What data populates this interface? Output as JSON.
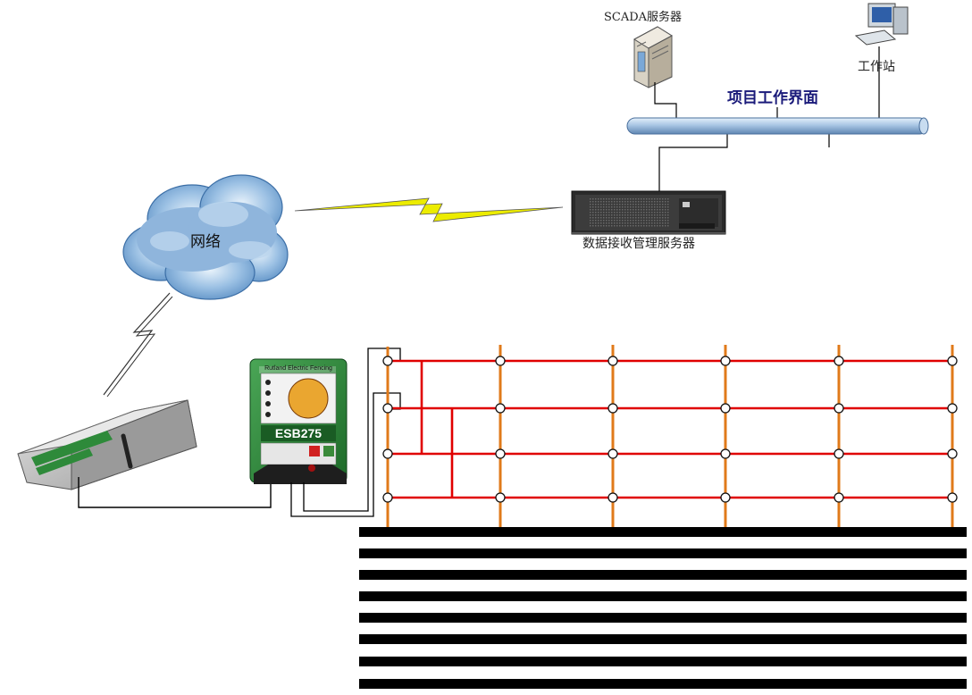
{
  "labels": {
    "scada_server": "SCADA服务器",
    "workstation": "工作站",
    "project_bus": "项目工作界面",
    "receiver_server": "数据接收管理服务器",
    "network": "网络"
  },
  "energizer": {
    "brand": "Rutland Electric Fencing",
    "model": "ESB275"
  },
  "colors": {
    "bus_pipe": "#a9c6e4",
    "fence_wire": "#e00000",
    "fence_post": "#e07a1a",
    "lightning": "#e8e000",
    "cloud": "#6a9cd0",
    "energizer_body": "#2f8a3a",
    "ground_stripes": "#000000"
  }
}
